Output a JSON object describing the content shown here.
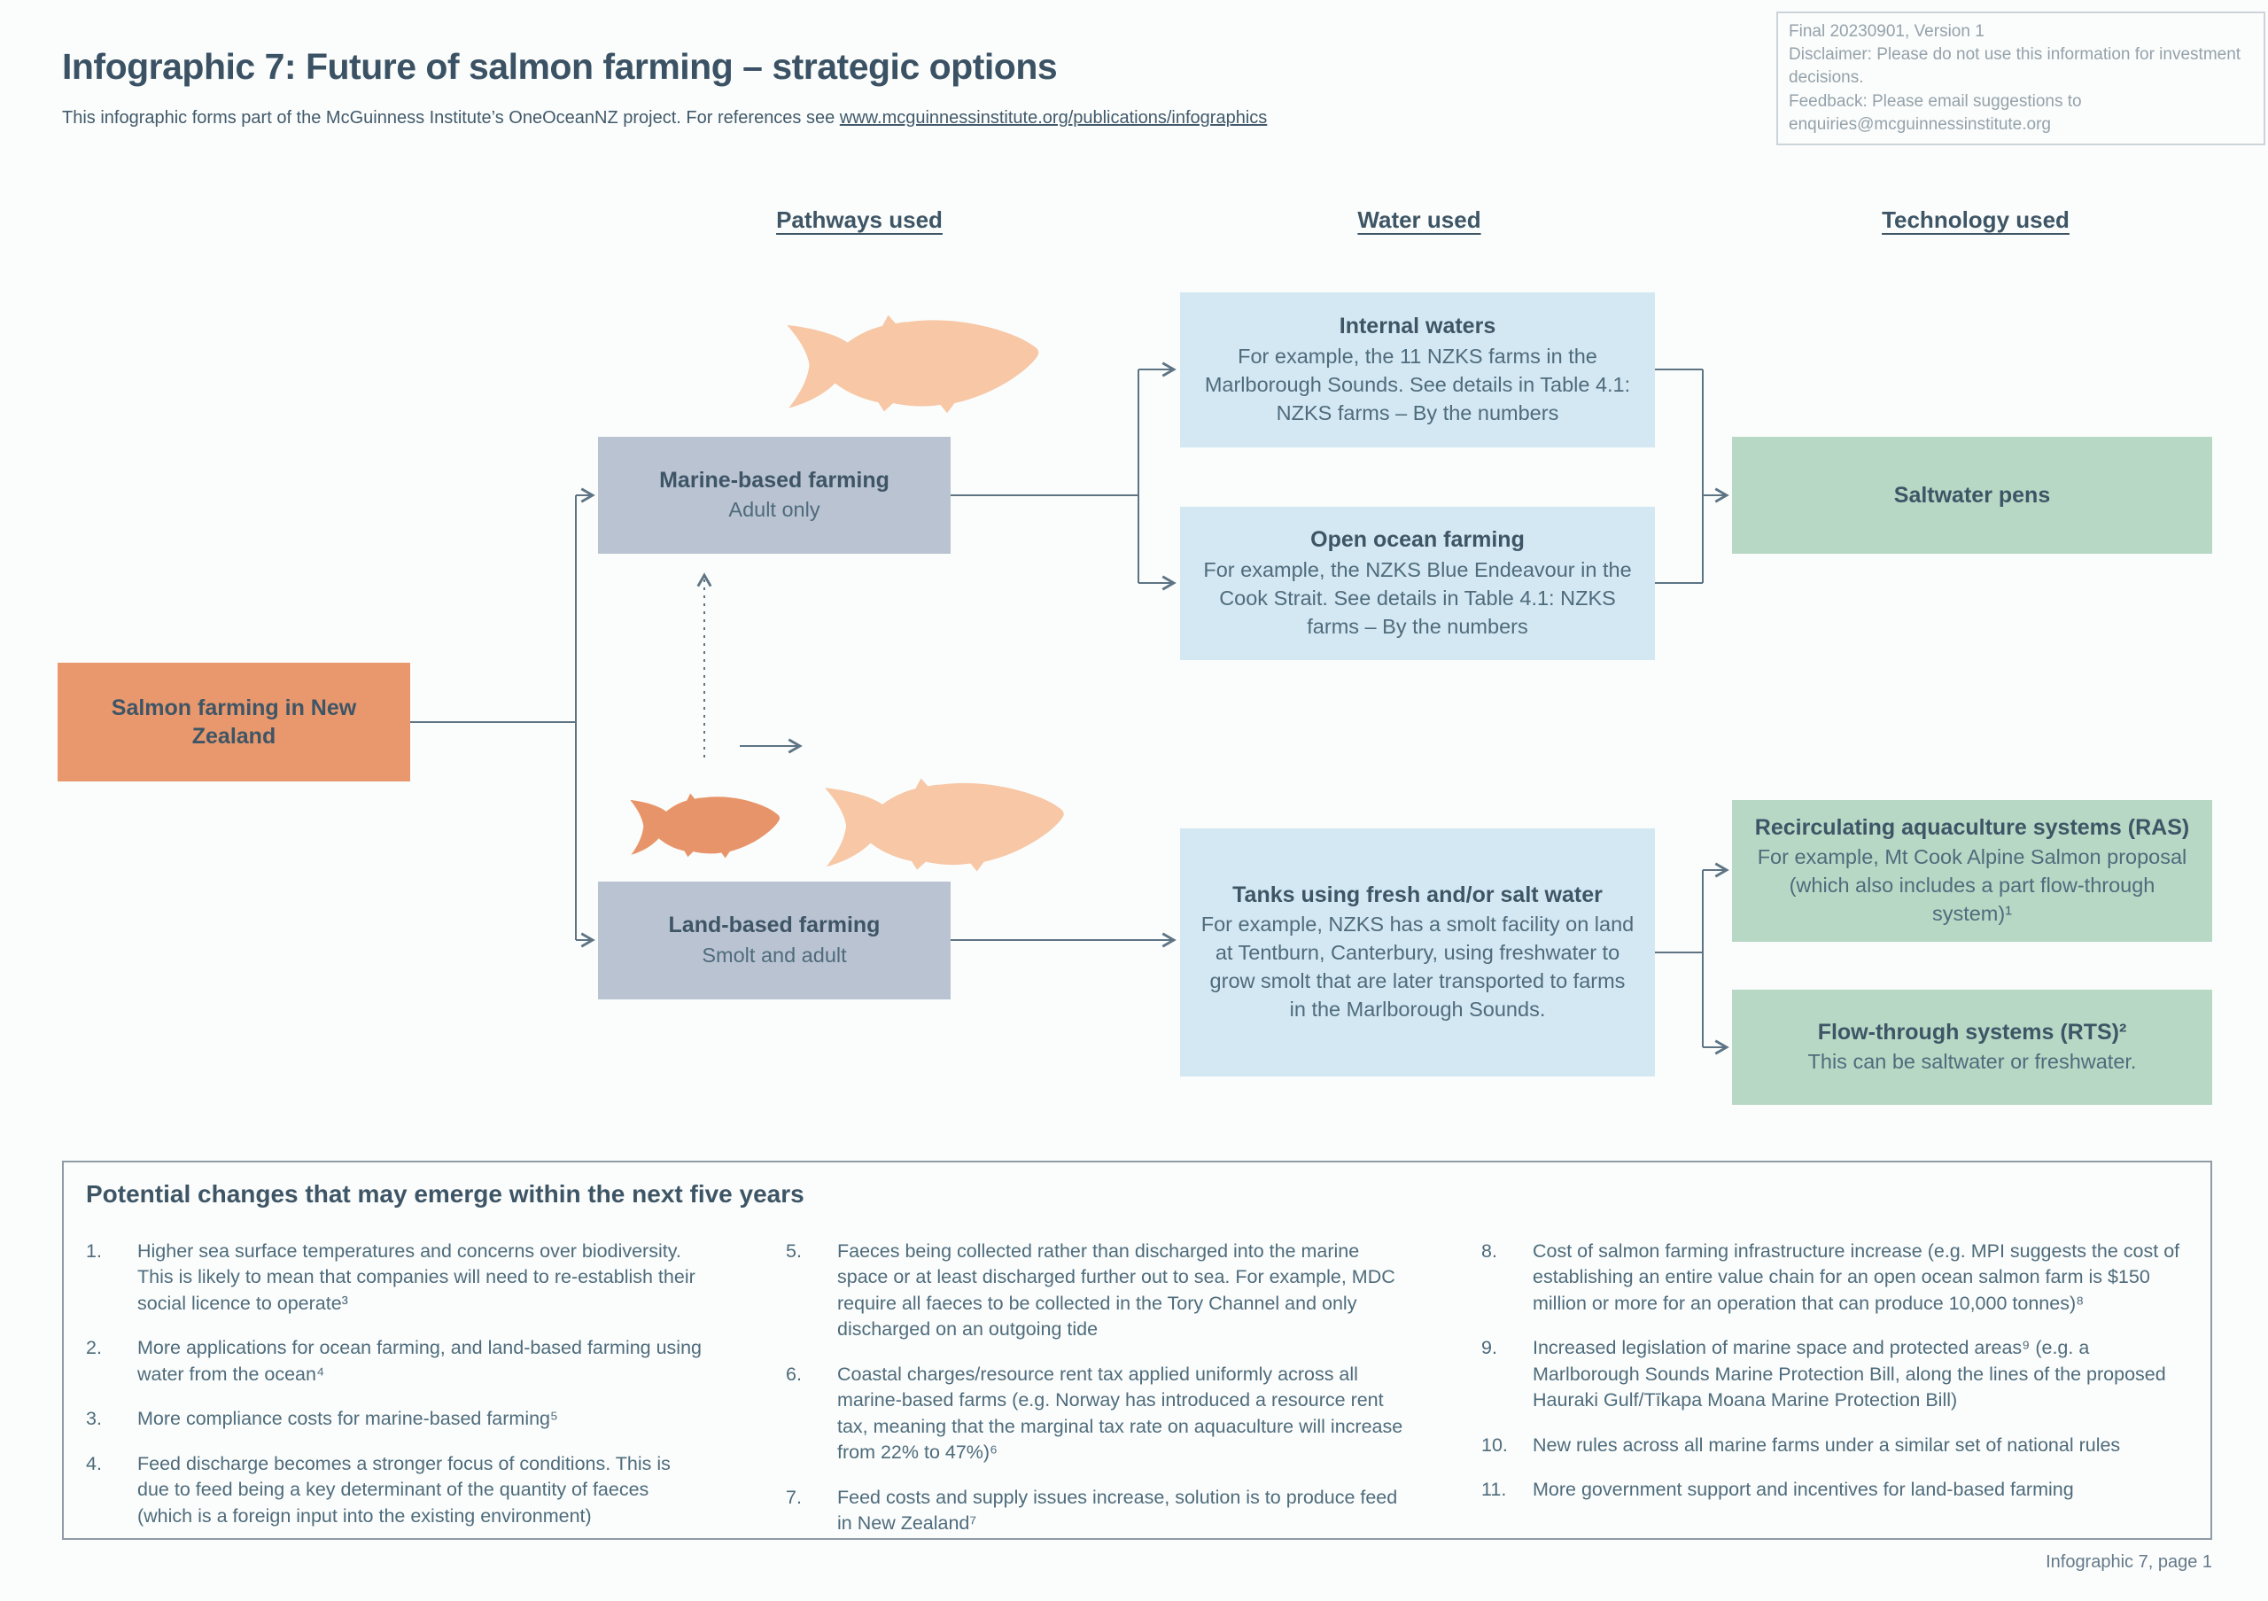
{
  "header": {
    "title": "Infographic 7: Future of salmon farming – strategic options",
    "intro_text": "This infographic forms part of the McGuinness Institute’s OneOceanNZ project. For references see ",
    "intro_link": "www.mcguinnessinstitute.org/publications/infographics"
  },
  "notice": {
    "version": "Final 20230901, Version 1",
    "disclaimer": "Disclaimer: Please do not use this information for investment decisions.",
    "feedback": "Feedback: Please email suggestions to enquiries@mcguinnessinstitute.org"
  },
  "column_headers": {
    "pathways": "Pathways used",
    "water": "Water used",
    "technology": "Technology used"
  },
  "flow": {
    "root": {
      "title": "Salmon farming in New Zealand"
    },
    "marine": {
      "title": "Marine-based farming",
      "subtitle": "Adult only"
    },
    "land": {
      "title": "Land-based farming",
      "subtitle": "Smolt and adult"
    },
    "internal_waters": {
      "title": "Internal waters",
      "body": "For example, the 11 NZKS farms in the Marlborough Sounds. See details in Table 4.1: NZKS farms – By the numbers"
    },
    "open_ocean": {
      "title": "Open ocean farming",
      "body": "For example, the NZKS Blue Endeavour in the Cook Strait. See details in Table 4.1: NZKS farms – By the numbers"
    },
    "tanks": {
      "title": "Tanks using fresh and/or salt water",
      "body": "For example, NZKS has a smolt facility on land at Tentburn, Canterbury, using freshwater to grow smolt that are later transported to farms in the Marlborough Sounds."
    },
    "saltwater_pens": {
      "title": "Saltwater pens"
    },
    "ras": {
      "title": "Recirculating aquaculture systems (RAS)",
      "body": "For example, Mt Cook Alpine Salmon proposal (which also includes a part flow-through system)¹"
    },
    "rts": {
      "title": "Flow-through systems (RTS)²",
      "body": "This can be saltwater or freshwater."
    }
  },
  "changes": {
    "heading": "Potential changes that may emerge within the next five years",
    "items": [
      {
        "num": "1.",
        "text": "Higher sea surface temperatures and concerns over biodiversity. This is likely to mean that companies will need to re-establish their social licence to operate³"
      },
      {
        "num": "2.",
        "text": "More applications for ocean farming, and land-based farming using water from the ocean⁴"
      },
      {
        "num": "3.",
        "text": "More compliance costs for marine-based farming⁵"
      },
      {
        "num": "4.",
        "text": "Feed discharge becomes a stronger focus of conditions. This is due to feed being a key determinant of the quantity of faeces (which is a foreign input into the existing environment)"
      },
      {
        "num": "5.",
        "text": "Faeces being collected rather than discharged into the marine space or at least discharged further out to sea. For example, MDC require all faeces to be collected in the Tory Channel and only discharged on an outgoing tide"
      },
      {
        "num": "6.",
        "text": "Coastal charges/resource rent tax applied uniformly across all marine-based farms (e.g. Norway has introduced a resource rent tax, meaning that the marginal tax rate on aquaculture will increase from 22% to 47%)⁶"
      },
      {
        "num": "7.",
        "text": "Feed costs and supply issues increase, solution is to produce feed in New Zealand⁷"
      },
      {
        "num": "8.",
        "text": "Cost of salmon farming infrastructure increase (e.g. MPI suggests the cost of establishing an entire value chain for an open ocean salmon farm is $150 million or more for an operation that can produce 10,000 tonnes)⁸"
      },
      {
        "num": "9.",
        "text": "Increased legislation of marine space and protected areas⁹ (e.g. a Marlborough Sounds Marine Protection Bill, along the lines of the proposed Hauraki Gulf/Tīkapa Moana Marine Protection Bill)"
      },
      {
        "num": "10.",
        "text": "New rules across all marine farms under a similar set of national rules"
      },
      {
        "num": "11.",
        "text": "More government support and incentives for land-based farming"
      }
    ]
  },
  "footer": {
    "text": "Infographic 7, page 1"
  },
  "colors": {
    "root_box": "#e9986d",
    "pathway_box": "#b9c3d2",
    "water_box": "#d3e8f2",
    "technology_box": "#b7d8c5",
    "heading_text": "#3e5566",
    "body_text": "#4f6b7c",
    "connector": "#5e7484",
    "fish_adult": "#f7c7a6",
    "fish_smolt": "#e8946a"
  }
}
